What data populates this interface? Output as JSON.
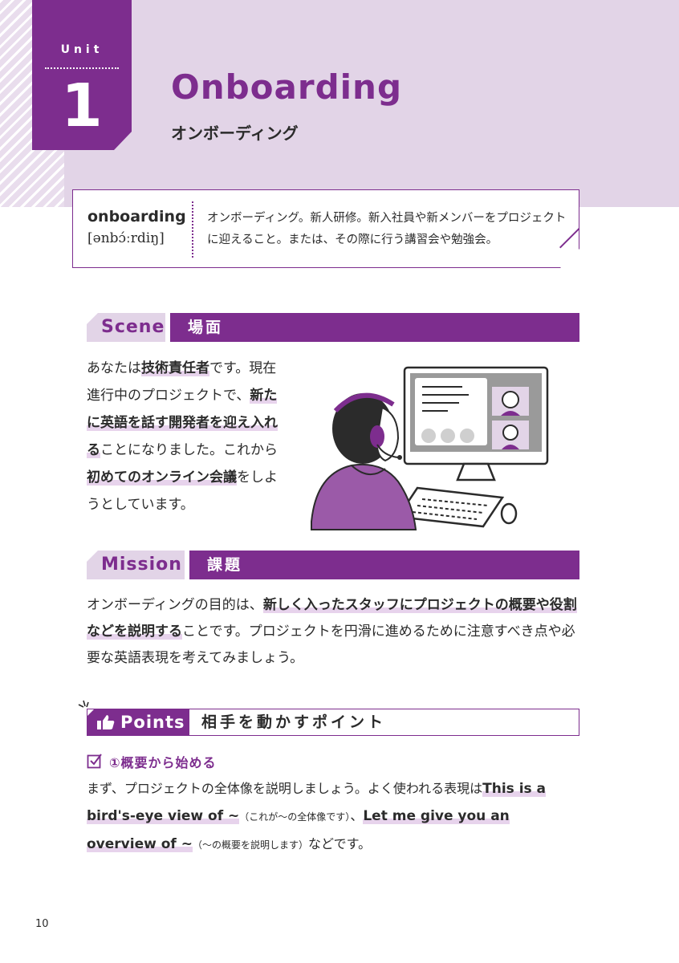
{
  "unit": {
    "label": "Unit",
    "number": "1"
  },
  "title": {
    "en": "Onboarding",
    "jp": "オンボーディング"
  },
  "term": {
    "word": "onboarding",
    "pronunciation": "[ənbɔ́ːrdiŋ]",
    "definition": "オンボーディング。新人研修。新入社員や新メンバーをプロジェクトに迎えること。または、その際に行う講習会や勉強会。"
  },
  "scene": {
    "tag": "Scene",
    "title": "場面",
    "text": [
      {
        "t": "あなたは",
        "b": false
      },
      {
        "t": "技術責任者",
        "b": true
      },
      {
        "t": "です。現在進行中のプロジェクトで、",
        "b": false
      },
      {
        "t": "新たに英語を話す開発者を迎え入れる",
        "b": true
      },
      {
        "t": "ことになりました。これから",
        "b": false
      },
      {
        "t": "初めてのオンライン会議",
        "b": true
      },
      {
        "t": "をしようとしています。",
        "b": false
      }
    ]
  },
  "mission": {
    "tag": "Mission",
    "title": "課題",
    "text": [
      {
        "t": "オンボーディングの目的は、",
        "b": false
      },
      {
        "t": "新しく入ったスタッフにプロジェクトの概要や役割などを説明する",
        "b": true
      },
      {
        "t": "ことです。プロジェクトを円滑に進めるために注意すべき点や必要な英語表現を考えてみましょう。",
        "b": false
      }
    ]
  },
  "points": {
    "tag": "Points",
    "title": "相手を動かすポイント",
    "heading": "①概要から始める",
    "text": [
      {
        "t": "まず、プロジェクトの全体像を説明しましょう。よく使われる表現は",
        "k": "jp"
      },
      {
        "t": "This is a bird's-eye view of ~",
        "k": "en"
      },
      {
        "t": "（これが〜の全体像です）",
        "k": "small"
      },
      {
        "t": "、",
        "k": "jp"
      },
      {
        "t": "Let me give you an overview of ~",
        "k": "en"
      },
      {
        "t": "（〜の概要を説明します）",
        "k": "small"
      },
      {
        "t": "などです。",
        "k": "jp"
      }
    ]
  },
  "page_number": "10",
  "colors": {
    "accent": "#7d2d8e",
    "tint": "#e2d4e7"
  }
}
